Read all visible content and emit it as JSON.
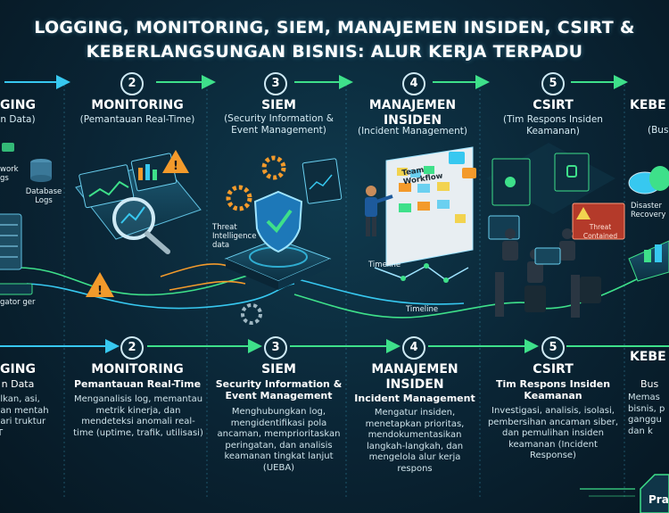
{
  "title": {
    "line1": "LOGGING, MONITORING, SIEM, MANAJEMEN INSIDEN, CSIRT &",
    "line2": "KEBERLANGSUNGAN BISNIS: ALUR KERJA TERPADU"
  },
  "top_steps": [
    {
      "title": "GING",
      "subtitle": "n Data)"
    },
    {
      "number": "2",
      "title": "MONITORING",
      "subtitle": "(Pemantauan Real-Time)"
    },
    {
      "number": "3",
      "title": "SIEM",
      "subtitle": "(Security Information & Event Management)"
    },
    {
      "number": "4",
      "title": "MANAJEMEN INSIDEN",
      "subtitle": "(Incident Management)"
    },
    {
      "number": "5",
      "title": "CSIRT",
      "subtitle": "(Tim Respons Insiden Keamanan)"
    },
    {
      "title": "KEBE",
      "subtitle": "(Bus"
    }
  ],
  "illustration_labels": {
    "network_logs": "work gs",
    "database_logs": "Database Logs",
    "aggregator": "gator ger",
    "threat_intel": "Threat Intelligence data",
    "team_workflow": "Team Workflow",
    "timeline_1": "Timeline",
    "timeline_2": "Timeline",
    "threat_contained": "Threat Contained",
    "disaster_recovery": "Disaster Recovery"
  },
  "bottom_steps": [
    {
      "title": "GING",
      "subtitle": "n Data",
      "desc": "ulkan, asi, dan mentah dari truktur IT"
    },
    {
      "number": "2",
      "title": "MONITORING",
      "subtitle": "Pemantauan Real-Time",
      "desc": "Menganalisis log, memantau metrik kinerja, dan mendeteksi anomali real-time (uptime, trafik, utilisasi)"
    },
    {
      "number": "3",
      "title": "SIEM",
      "subtitle": "Security Information & Event Management",
      "desc": "Menghubungkan log, mengidentifikasi pola ancaman, memprioritaskan peringatan, dan analisis keamanan tingkat lanjut (UEBA)"
    },
    {
      "number": "4",
      "title": "MANAJEMEN INSIDEN",
      "subtitle": "Incident Management",
      "desc": "Mengatur insiden, menetapkan prioritas, mendokumentasikan langkah-langkah, dan mengelola alur kerja respons"
    },
    {
      "number": "5",
      "title": "CSIRT",
      "subtitle": "Tim Respons Insiden Keamanan",
      "desc": "Investigasi, analisis, isolasi, pembersihan ancaman siber, dan pemulihan insiden keamanan (Incident Response)"
    },
    {
      "title": "KEBE",
      "subtitle": "Bus",
      "desc": "Memas bisnis, p ganggu dan k"
    }
  ],
  "corner_label": "Pra",
  "colors": {
    "accent_green": "#3ee08a",
    "accent_cyan": "#37c8f0",
    "accent_orange": "#f39a2b",
    "background": "#0a2434"
  }
}
